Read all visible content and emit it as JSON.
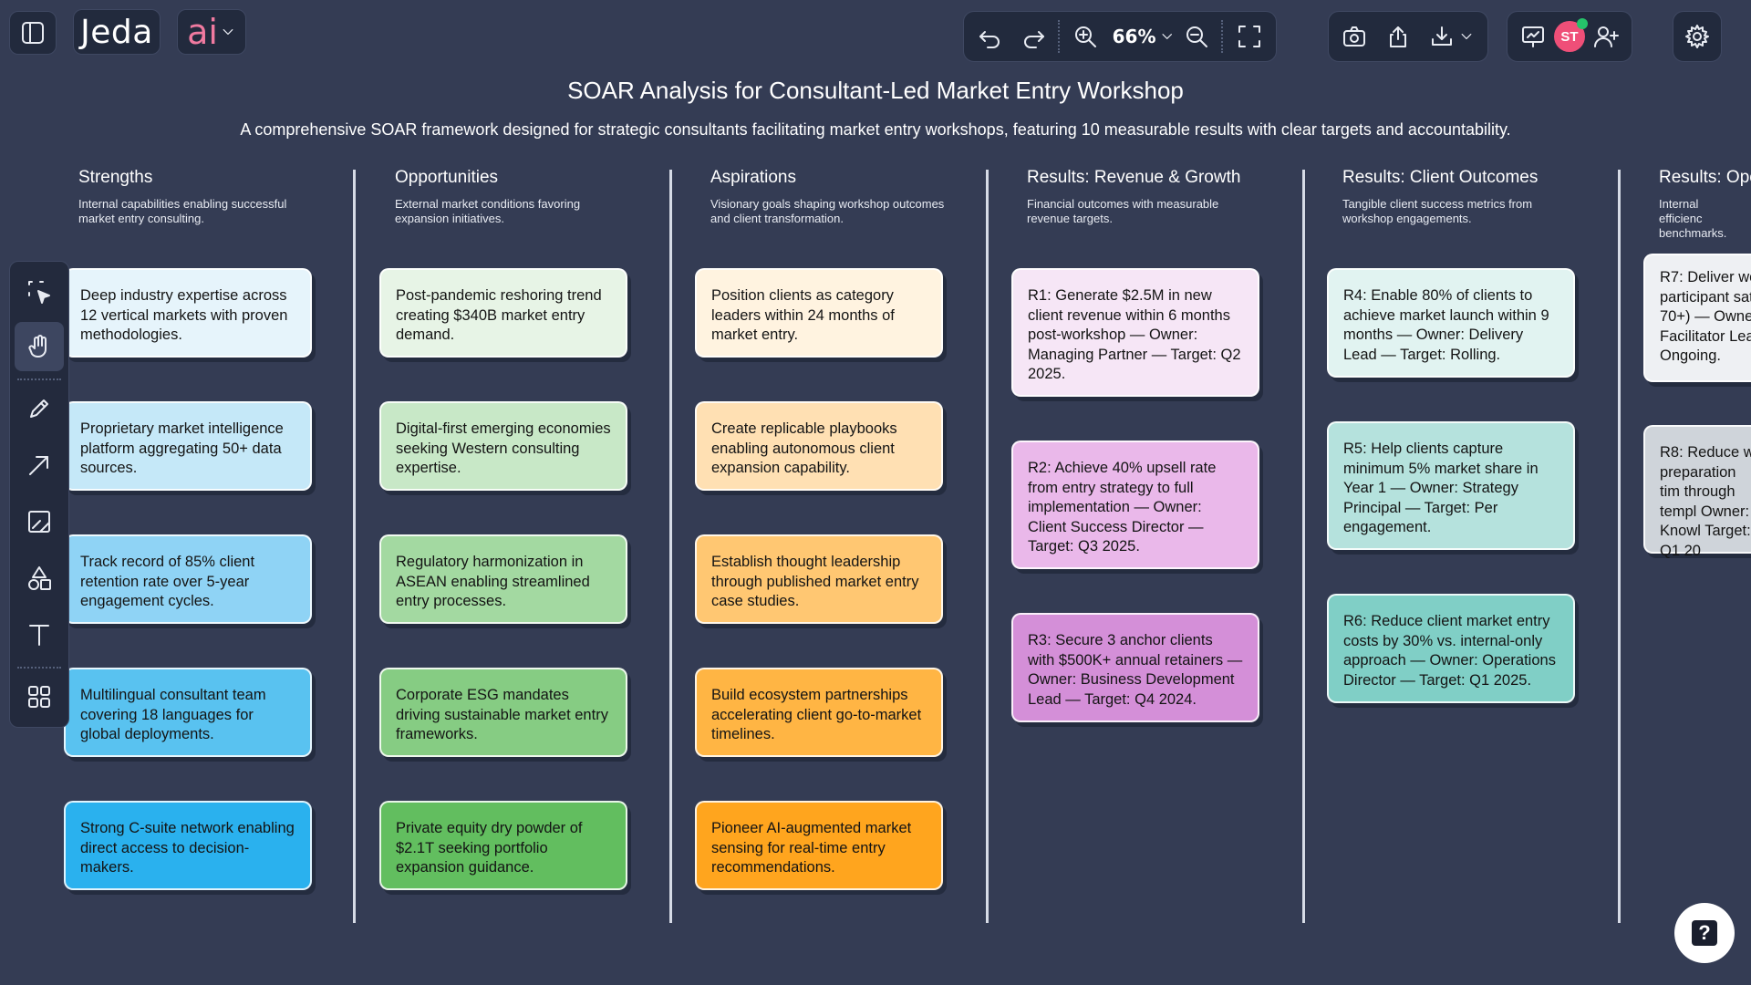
{
  "app": {
    "logo": "Jeda",
    "ai_label": "ai",
    "zoom": "66%"
  },
  "user": {
    "initials": "ST"
  },
  "board": {
    "title": "SOAR Analysis for Consultant-Led Market Entry Workshop",
    "subtitle": "A comprehensive SOAR framework designed for strategic consultants facilitating market entry workshops, featuring 10 measurable results with clear targets and accountability."
  },
  "columns": [
    {
      "title": "Strengths",
      "desc": "Internal capabilities enabling successful market entry consulting.",
      "cards": [
        {
          "text": "Deep industry expertise across 12 vertical markets with proven methodologies.",
          "color": "#e6f4fb"
        },
        {
          "text": "Proprietary market intelligence platform aggregating 50+ data sources.",
          "color": "#c5e8f8"
        },
        {
          "text": "Track record of 85% client retention rate over 5-year engagement cycles.",
          "color": "#8fd3f5"
        },
        {
          "text": "Multilingual consultant team covering 18 languages for global deployments.",
          "color": "#59c2f0"
        },
        {
          "text": "Strong C-suite network enabling direct access to decision-makers.",
          "color": "#2ab1ee"
        }
      ]
    },
    {
      "title": "Opportunities",
      "desc": "External market conditions favoring expansion initiatives.",
      "cards": [
        {
          "text": "Post-pandemic reshoring trend creating $340B market entry demand.",
          "color": "#e7f4e6"
        },
        {
          "text": "Digital-first emerging economies seeking Western consulting expertise.",
          "color": "#c8e8c7"
        },
        {
          "text": "Regulatory harmonization in ASEAN enabling streamlined entry processes.",
          "color": "#a3d9a1"
        },
        {
          "text": "Corporate ESG mandates driving sustainable market entry frameworks.",
          "color": "#86cc83"
        },
        {
          "text": "Private equity dry powder of $2.1T seeking portfolio expansion guidance.",
          "color": "#62be5f"
        }
      ]
    },
    {
      "title": "Aspirations",
      "desc": "Visionary goals shaping workshop outcomes and client transformation.",
      "cards": [
        {
          "text": "Position clients as category leaders within 24 months of market entry.",
          "color": "#fff3e0"
        },
        {
          "text": "Create replicable playbooks enabling autonomous client expansion capability.",
          "color": "#ffe0b3"
        },
        {
          "text": "Establish thought leadership through published market entry case studies.",
          "color": "#ffc772"
        },
        {
          "text": "Build ecosystem partnerships accelerating client go-to-market timelines.",
          "color": "#ffb544"
        },
        {
          "text": "Pioneer AI-augmented market sensing for real-time entry recommendations.",
          "color": "#ffa51e"
        }
      ]
    },
    {
      "title": "Results: Revenue & Growth",
      "desc": "Financial outcomes with measurable revenue targets.",
      "cards": [
        {
          "text": "R1: Generate $2.5M in new client revenue within 6 months post-workshop — Owner: Managing Partner — Target: Q2 2025.",
          "color": "#f6e6f6"
        },
        {
          "text": "R2: Achieve 40% upsell rate from entry strategy to full implementation — Owner: Client Success Director — Target: Q3 2025.",
          "color": "#eab8ea"
        },
        {
          "text": "R3: Secure 3 anchor clients with $500K+ annual retainers — Owner: Business Development Lead — Target: Q4 2024.",
          "color": "#d48fd8"
        }
      ]
    },
    {
      "title": "Results: Client Outcomes",
      "desc": "Tangible client success metrics from workshop engagements.",
      "cards": [
        {
          "text": "R4: Enable 80% of clients to achieve market launch within 9 months — Owner: Delivery Lead — Target: Rolling.",
          "color": "#e1f3f1"
        },
        {
          "text": "R5: Help clients capture minimum 5% market share in Year 1 — Owner: Strategy Principal — Target: Per engagement.",
          "color": "#b5e2dd"
        },
        {
          "text": "R6: Reduce client market entry costs by 30% vs. internal-only approach — Owner: Operations Director — Target: Q1 2025.",
          "color": "#80cfc6"
        }
      ]
    },
    {
      "title": "Results: Ope",
      "desc": "Internal efficienc benchmarks.",
      "cards": [
        {
          "text": "R7: Deliver wo participant sat 70+) — Owne Facilitator Lea Ongoing.",
          "color": "#eef0f3"
        },
        {
          "text": "R8: Reduce w preparation tim through templ Owner: Knowl Target: Q1 20",
          "color": "#cfd4da"
        }
      ]
    }
  ]
}
